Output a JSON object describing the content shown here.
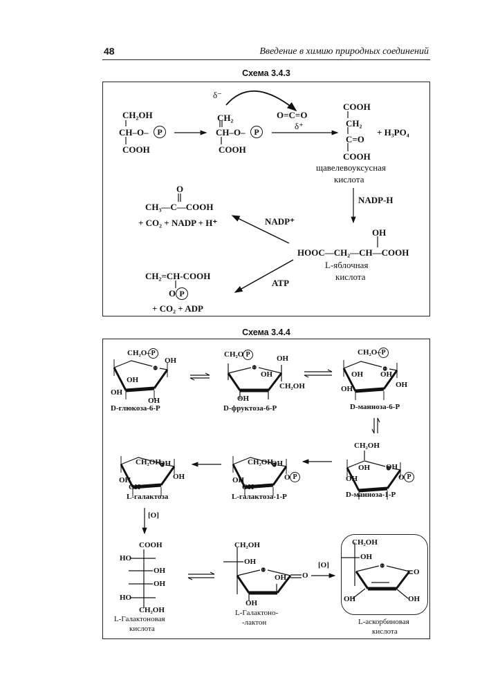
{
  "header": {
    "page_number": "48",
    "running_title": "Введение в химию природных соединений"
  },
  "scheme1": {
    "title": "Схема 3.4.3",
    "c1": {
      "top": "CH₂OH",
      "mid": "CH–O–",
      "p": "P",
      "bottom": "COOH"
    },
    "c2": {
      "top": "CH₂",
      "mid": "CH–O–",
      "p": "P",
      "bottom": "COOH"
    },
    "delta_minus": "δ⁻",
    "co2": "O=C=O",
    "delta_plus": "δ⁺",
    "oxaloacetate": {
      "l1": "COOH",
      "l2": "CH₂",
      "l3": "C=O",
      "l4": "COOH",
      "name1": "щавелевоуксусная",
      "name2": "кислота"
    },
    "plus_h3po4": "+  H₃PO₄",
    "nadph": "NADP-H",
    "malate": {
      "oh": "OH",
      "formula": "HOOC—CH₂—CH—COOH",
      "name1": "L-яблочная",
      "name2": "кислота"
    },
    "pyruvate": {
      "o": "O",
      "formula": "CH₃—C—COOH",
      "products": "+ CO₂ + NADP + H⁺"
    },
    "nadp_plus": "NADP⁺",
    "pep": {
      "formula": "CH₂=CH-COOH",
      "o": "O",
      "p": "P",
      "products": "+ CO₂ + ADP"
    },
    "atp": "ATP"
  },
  "scheme2": {
    "title": "Схема 3.4.4",
    "ring_o": "o",
    "glucose6p": {
      "ch2o": "CH₂O–",
      "p": "P",
      "oh1": "OH",
      "oh2": "OH",
      "oh3": "OH",
      "oh4": "OH",
      "name": "D-глюкоза-6-Р"
    },
    "fructose6p": {
      "ch2o": "CH₂O",
      "p": "P",
      "oh1": "OH",
      "oh2": "OH",
      "ch2oh": "CH₂OH",
      "oh3": "OH",
      "name": "D-фруктоза-6-Р"
    },
    "mannose6p": {
      "ch2o": "CH₂O–",
      "p": "P",
      "oh1": "OH",
      "oh2": "OH",
      "oh3": "OH",
      "oh4": "OH",
      "name": "D-манноза-6-Р"
    },
    "mannose1p": {
      "ch2oh": "CH₂OH",
      "oh1": "OH",
      "oh2": "OH",
      "o": "O",
      "p": "P",
      "oh3": "OH",
      "name": "D-манноза-1-Р"
    },
    "galactose1p": {
      "ch2oh": "CH₂OH",
      "oh1": "OH",
      "o": "O",
      "p": "P",
      "oh2": "OH",
      "oh3": "OH",
      "name": "L-галактоза-1-Р"
    },
    "galactose": {
      "ch2oh": "CH₂OH",
      "oh1": "OH",
      "oh2": "OH",
      "oh3": "OH",
      "oh4": "OH",
      "name": "L-галактоза"
    },
    "oxidation1": "[O]",
    "galactonic": {
      "cooh": "COOH",
      "ho1": "HO",
      "oh1": "OH",
      "oh2": "OH",
      "ho2": "HO",
      "ch2oh": "CH₂OH",
      "name1": "L-Галактоновая",
      "name2": "кислота"
    },
    "lactone": {
      "ch2oh": "CH₂OH",
      "oh1": "OH",
      "oh2": "OH",
      "o": "O",
      "oh3": "OH",
      "name1": "L-Галактоно-",
      "name2": "-лактон"
    },
    "oxidation2": "[O]",
    "ascorbic": {
      "ch2oh": "CH₂OH",
      "oh1": "OH",
      "o": "O",
      "oh2": "OH",
      "oh3": "OH",
      "name1": "L-аскорбиновая",
      "name2": "кислота"
    }
  }
}
